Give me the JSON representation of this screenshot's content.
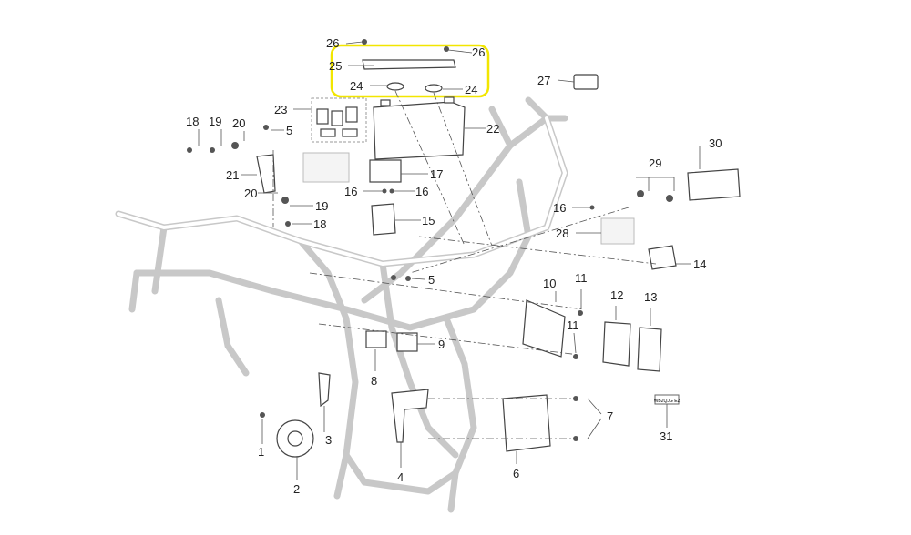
{
  "diagram": {
    "highlight_color": "#f2e600",
    "label_31_text": "WB2QJG E2",
    "callouts": [
      "26",
      "26",
      "25",
      "24",
      "24",
      "27",
      "23",
      "22",
      "18",
      "19",
      "20",
      "5",
      "30",
      "29",
      "21",
      "17",
      "16",
      "16",
      "20",
      "19",
      "18",
      "15",
      "16",
      "28",
      "14",
      "5",
      "10",
      "11",
      "12",
      "13",
      "11",
      "9",
      "8",
      "7",
      "31",
      "3",
      "1",
      "4",
      "6",
      "2"
    ]
  }
}
